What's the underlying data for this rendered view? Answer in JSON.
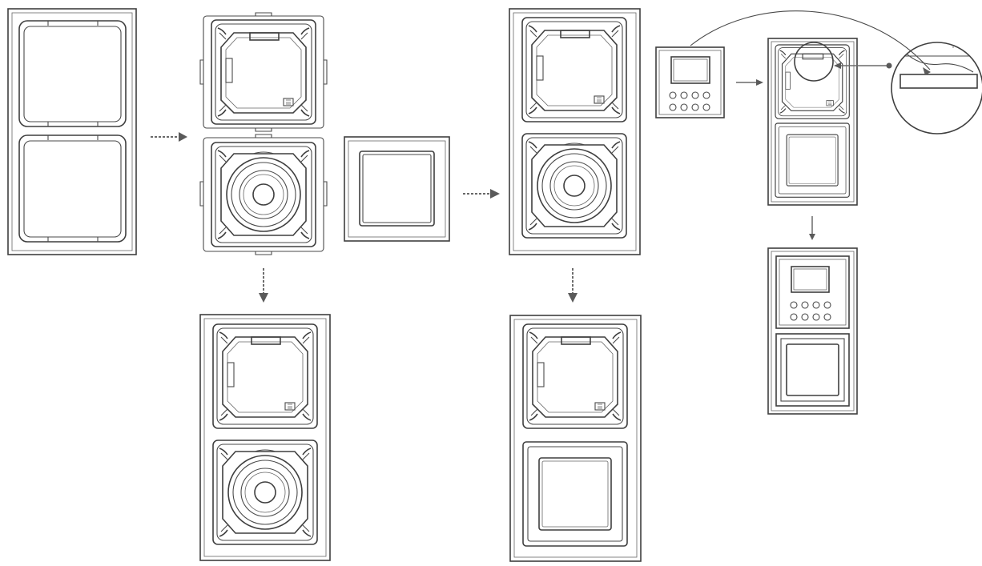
{
  "diagram": {
    "kind": "installation-sequence",
    "labels": [],
    "palette": {
      "line": "#3f3f3f",
      "arrow": "#6a6a6a",
      "background": "#ffffff"
    },
    "elements": [
      "double-frame-empty",
      "socket-insert",
      "speaker-insert",
      "single-cover-frame",
      "double-frame-with-socket-and-speaker",
      "double-frame-with-socket-and-cover",
      "control-panel",
      "zoom-detail",
      "final-assembly"
    ]
  }
}
